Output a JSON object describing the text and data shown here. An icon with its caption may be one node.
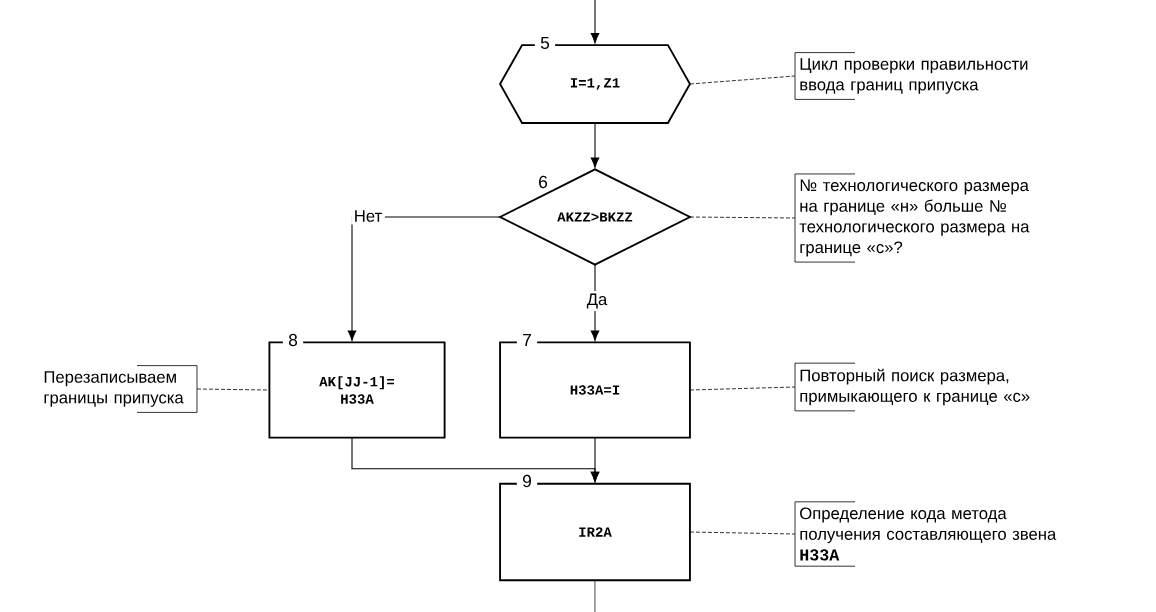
{
  "diagram": {
    "nodes": [
      {
        "text": [
          "I=1,Z1"
        ],
        "beside": [
          "5"
        ]
      },
      {
        "text": [
          "AKZZ>BKZZ"
        ],
        "beside": [
          "6"
        ]
      },
      {
        "text": [
          "H33A=I"
        ],
        "beside": [
          "7"
        ]
      },
      {
        "text": [
          "AK[JJ-1]= H33A"
        ],
        "beside": [
          "8"
        ]
      },
      {
        "text": [
          "IR2A"
        ],
        "beside": [
          "9"
        ]
      },
      {
        "text": [
          "Цикл проверки правильности ввода границ припуска"
        ]
      },
      {
        "text": [
          "№ технологического размера на границе «н» больше № технологического размера на границе «с»?"
        ]
      },
      {
        "text": [
          "Перезаписываем границы припуска"
        ]
      },
      {
        "text": [
          "Повторный поиск размера, примыкающего к границе «с»"
        ]
      },
      {
        "text": [
          "Определение кода метода получения  составляющего звена",
          "H33A"
        ]
      }
    ],
    "edges": [
      {
        "from": null,
        "to": 0,
        "arrow": "to"
      },
      {
        "from": 0,
        "to": 1,
        "arrow": "to"
      },
      {
        "from": 1,
        "to": 3,
        "arrow": "to",
        "label": "Нет"
      },
      {
        "from": 1,
        "to": 2,
        "arrow": "to",
        "label": "Да"
      },
      {
        "from": 2,
        "to": 4,
        "arrow": "to"
      },
      {
        "from": 3,
        "to": 4,
        "arrow": "to"
      },
      {
        "from": 4,
        "to": null,
        "arrow": "none"
      },
      {
        "from": 0,
        "to": 5,
        "arrow": "none",
        "style": "dashed"
      },
      {
        "from": 1,
        "to": 6,
        "arrow": "none",
        "style": "dashed"
      },
      {
        "from": 7,
        "to": 3,
        "arrow": "none",
        "style": "dashed"
      },
      {
        "from": 2,
        "to": 8,
        "arrow": "none",
        "style": "dashed"
      },
      {
        "from": 4,
        "to": 9,
        "arrow": "none",
        "style": "dashed"
      }
    ]
  }
}
